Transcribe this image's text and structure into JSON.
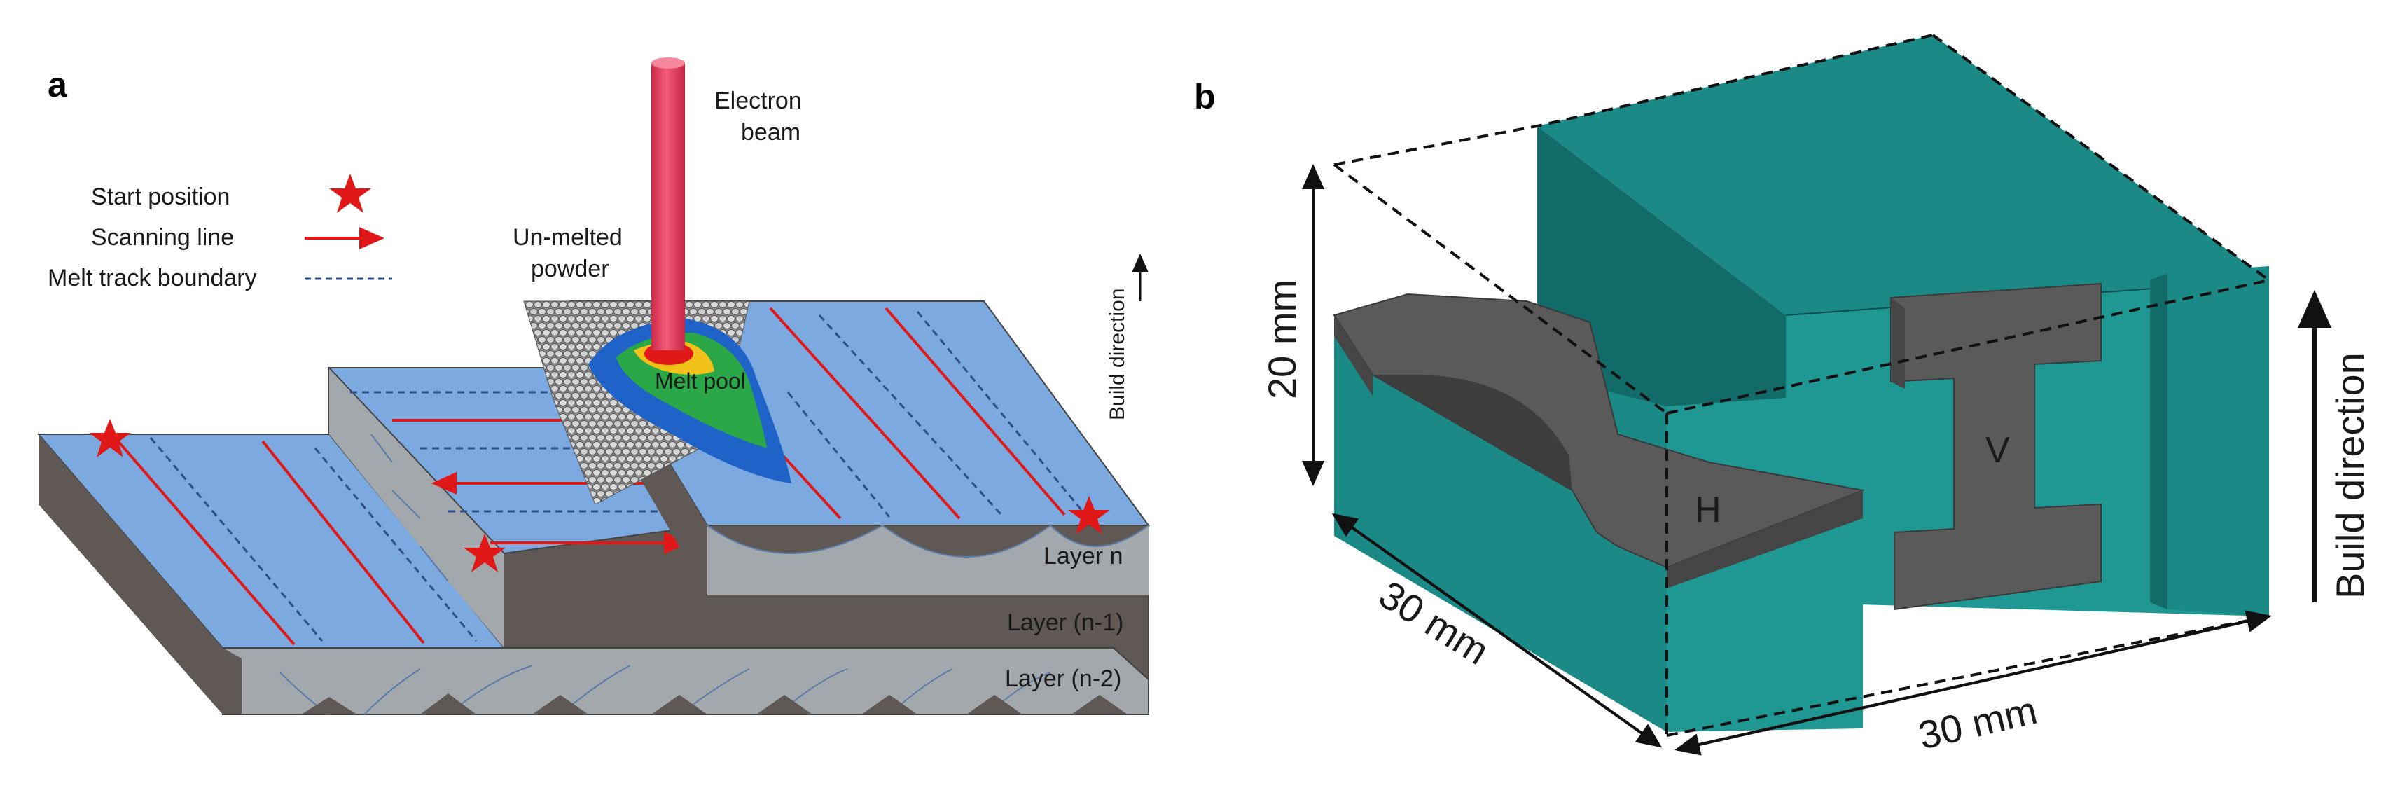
{
  "panel_a": {
    "letter": "a",
    "legend": {
      "start_position": "Start position",
      "scanning_line": "Scanning line",
      "melt_track_boundary": "Melt track boundary"
    },
    "electron_beam_line1": "Electron",
    "electron_beam_line2": "beam",
    "unmelted_line1": "Un-melted",
    "unmelted_line2": "powder",
    "melt_pool": "Melt pool",
    "build_direction": "Build direction",
    "layer_n": "Layer n",
    "layer_n1": "Layer (n-1)",
    "layer_n2": "Layer (n-2)"
  },
  "panel_b": {
    "letter": "b",
    "height_dim": "20 mm",
    "depth_dim": "30 mm",
    "width_dim": "30 mm",
    "label_h": "H",
    "label_v": "V",
    "build_direction": "Build direction"
  },
  "colors": {
    "beam": "#e8365a",
    "layer_top": "#7ba9e0",
    "layer_side": "#5f5854",
    "track_gray": "#a3a8ad",
    "scan_red": "#e01818",
    "boundary_blue": "#2d4f8a",
    "teal": "#1b8a87",
    "teal_dark": "#126b69",
    "specimen_gray": "#5a5a5a"
  }
}
